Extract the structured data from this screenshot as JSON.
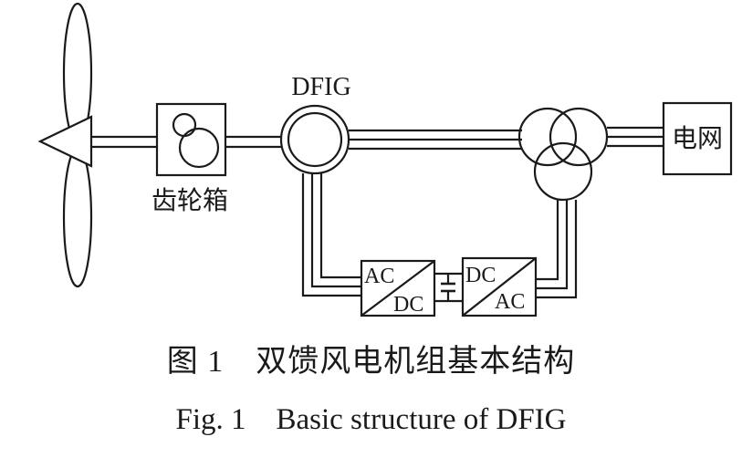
{
  "diagram": {
    "labels": {
      "generator": "DFIG",
      "gearbox": "齿轮箱",
      "grid": "电网",
      "rectifier_top": "AC",
      "rectifier_bottom": "DC",
      "inverter_top": "DC",
      "inverter_bottom": "AC"
    }
  },
  "captions": {
    "chinese": "图 1　双馈风电机组基本结构",
    "english": "Fig. 1　Basic structure of DFIG"
  }
}
